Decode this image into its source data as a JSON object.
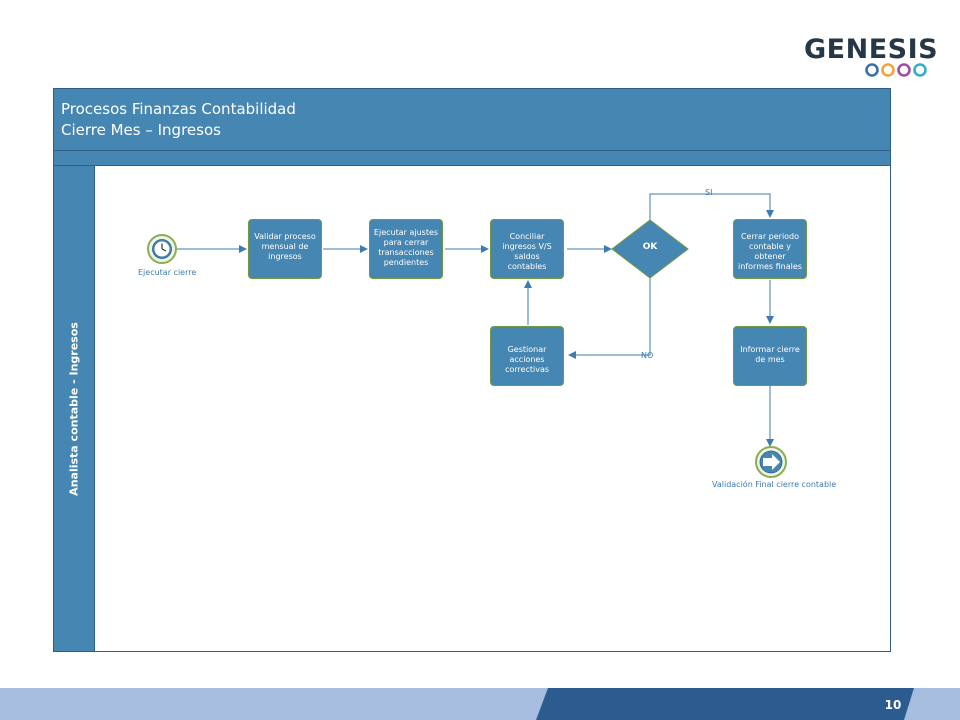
{
  "logo": {
    "text": "GENESIS",
    "ring_colors": [
      "#3c6fb0",
      "#f0a43a",
      "#9e4fa0",
      "#2fb0c6"
    ],
    "text_color": "#263746"
  },
  "pool": {
    "title_line1": "Procesos Finanzas Contabilidad",
    "title_line2": "Cierre Mes – Ingresos",
    "lane_label": "Analista contable - Ingresos",
    "accent_color": "#4586b3"
  },
  "events": {
    "start": {
      "label": "Ejecutar cierre",
      "icon": "clock-icon"
    },
    "end": {
      "label": "Validación Final cierre contable",
      "icon": "arrow-right-icon"
    }
  },
  "tasks": {
    "validar": "Validar proceso mensual de ingresos",
    "ajustes": "Ejecutar ajustes para cerrar transacciones pendientes",
    "conciliar": "Conciliar ingresos V/S saldos contables",
    "gestionar": "Gestionar acciones correctivas",
    "cerrar": "Cerrar periodo contable y obtener informes finales",
    "informar": "Informar cierre de mes"
  },
  "gateway": {
    "label": "OK"
  },
  "flows": {
    "si": "SI",
    "no": "NO"
  },
  "footer": {
    "page_number": "10",
    "colors": [
      "#a6bde0",
      "#2c5c8f"
    ]
  }
}
